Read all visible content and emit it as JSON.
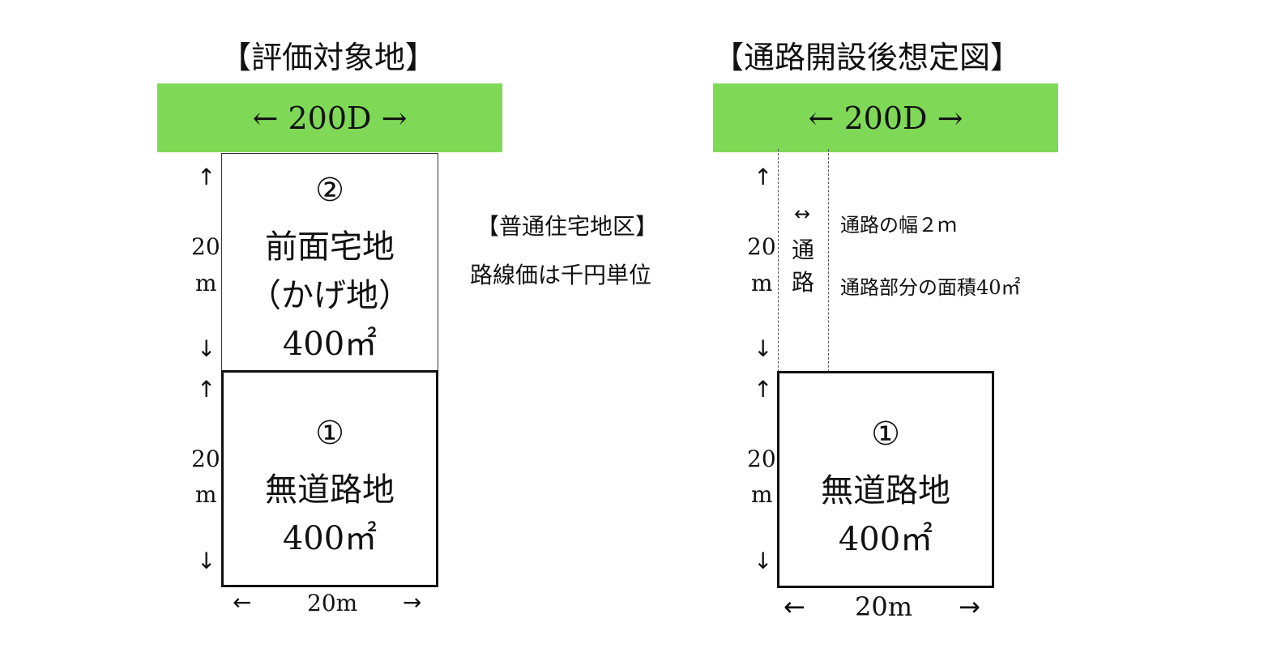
{
  "left": {
    "title": "【評価対象地】",
    "road_label": "← 200D →",
    "front_plot": {
      "number": "②",
      "name": "前面宅地",
      "note": "（かげ地）",
      "area": "400㎡"
    },
    "main_plot": {
      "number": "①",
      "name": "無道路地",
      "area": "400㎡"
    },
    "dim_top": {
      "value": "20",
      "unit": "m",
      "up": "↑",
      "down": "↓"
    },
    "dim_bottom": {
      "value": "20",
      "unit": "m",
      "up": "↑",
      "down": "↓"
    },
    "width_dim": {
      "left": "←",
      "value": "20m",
      "right": "→"
    },
    "zone": "【普通住宅地区】",
    "unit_note": "路線価は千円単位"
  },
  "right": {
    "title": "【通路開設後想定図】",
    "road_label": "← 200D →",
    "passage": {
      "arrow": "↔",
      "char1": "通",
      "char2": "路"
    },
    "passage_width_note": "通路の幅２ｍ",
    "passage_area_note": "通路部分の面積40㎡",
    "main_plot": {
      "number": "①",
      "name": "無道路地",
      "area": "400㎡"
    },
    "dim_top": {
      "value": "20",
      "unit": "m",
      "up": "↑",
      "down": "↓"
    },
    "dim_bottom": {
      "value": "20",
      "unit": "m",
      "up": "↑",
      "down": "↓"
    },
    "width_dim": {
      "left": "←",
      "value": "20m",
      "right": "→"
    }
  },
  "colors": {
    "road": "#7fd957",
    "border": "#111111"
  }
}
